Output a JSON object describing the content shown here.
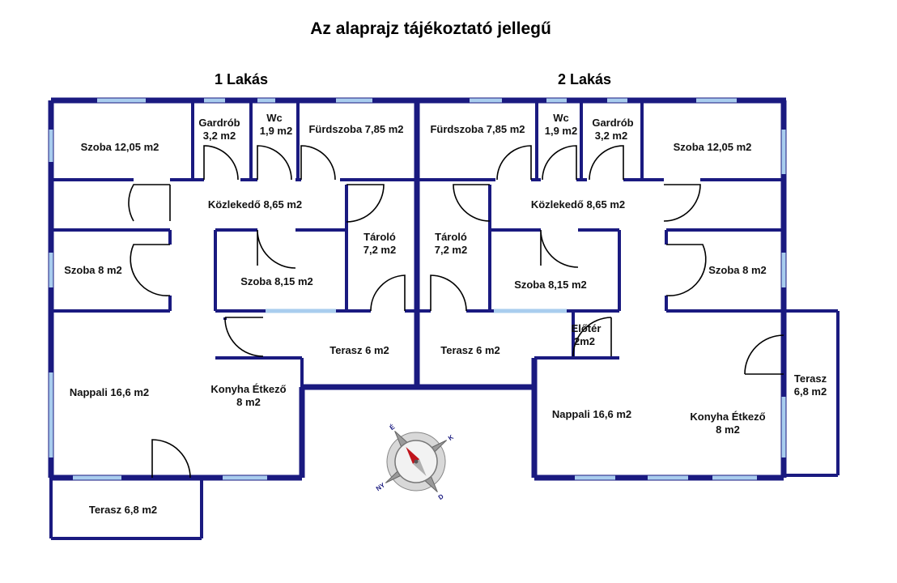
{
  "title": "Az alaprajz tájékoztató jellegű",
  "apartments": [
    {
      "name": "1 Lakás",
      "rooms": {
        "szoba1": "Szoba 12,05 m2",
        "gardrob": [
          "Gardrób",
          "3,2 m2"
        ],
        "wc": [
          "Wc",
          "1,9 m2"
        ],
        "furdo": "Fürdszoba 7,85 m2",
        "kozlekedo": "Közlekedő 8,65 m2",
        "szoba2": "Szoba 8 m2",
        "szoba3": "Szoba 8,15 m2",
        "tarolo": [
          "Tároló",
          "7,2 m2"
        ],
        "terasz_mid": "Terasz 6 m2",
        "nappali": "Nappali 16,6 m2",
        "konyha": [
          "Konyha Étkező",
          "8 m2"
        ],
        "terasz_out": "Terasz 6,8 m2"
      }
    },
    {
      "name": "2 Lakás",
      "rooms": {
        "furdo": "Fürdszoba 7,85 m2",
        "wc": [
          "Wc",
          "1,9 m2"
        ],
        "gardrob": [
          "Gardrób",
          "3,2 m2"
        ],
        "szoba1": "Szoba 12,05 m2",
        "kozlekedo": "Közlekedő 8,65 m2",
        "tarolo": [
          "Tároló",
          "7,2 m2"
        ],
        "szoba3": "Szoba 8,15 m2",
        "szoba2": "Szoba 8 m2",
        "eloter": [
          "Előtér",
          "2m2"
        ],
        "terasz_mid": "Terasz 6 m2",
        "nappali": "Nappali 16,6 m2",
        "konyha": [
          "Konyha Étkező",
          "8 m2"
        ],
        "terasz_out": [
          "Terasz",
          "6,8 m2"
        ]
      }
    }
  ],
  "compass": {
    "letters": [
      "É",
      "K",
      "D",
      "NY"
    ]
  },
  "colors": {
    "wall": "#1a1a80",
    "window": "#a9cdee",
    "door": "#000000"
  }
}
